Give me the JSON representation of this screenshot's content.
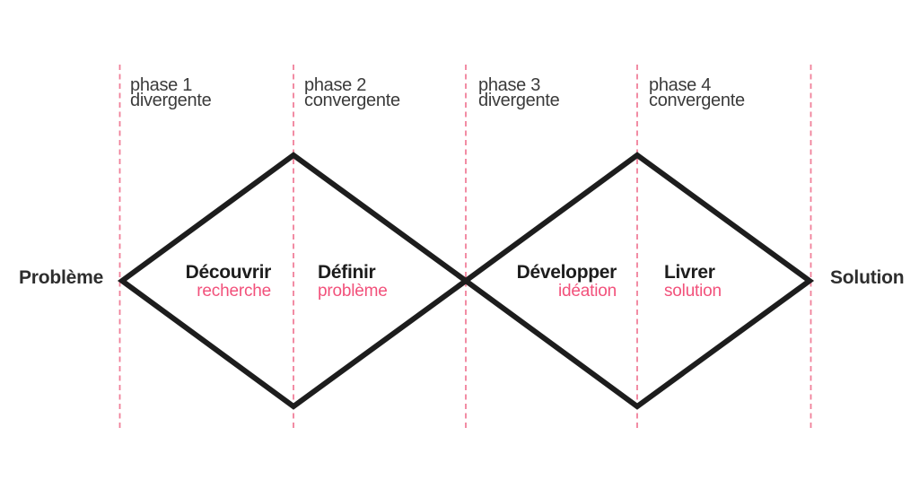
{
  "endpoints": {
    "left": "Problème",
    "right": "Solution"
  },
  "phases": [
    {
      "name": "phase 1",
      "type": "divergente"
    },
    {
      "name": "phase 2",
      "type": "convergente"
    },
    {
      "name": "phase 3",
      "type": "divergente"
    },
    {
      "name": "phase 4",
      "type": "convergente"
    }
  ],
  "stages": [
    {
      "label": "Découvrir",
      "sublabel": "recherche"
    },
    {
      "label": "Définir",
      "sublabel": "problème"
    },
    {
      "label": "Développer",
      "sublabel": "idéation"
    },
    {
      "label": "Livrer",
      "sublabel": "solution"
    }
  ],
  "colors": {
    "pink": "#f2517b",
    "pink_dashed": "#f0809a",
    "line_black": "#1d1d1d",
    "text_dark": "#3b3b3b"
  }
}
